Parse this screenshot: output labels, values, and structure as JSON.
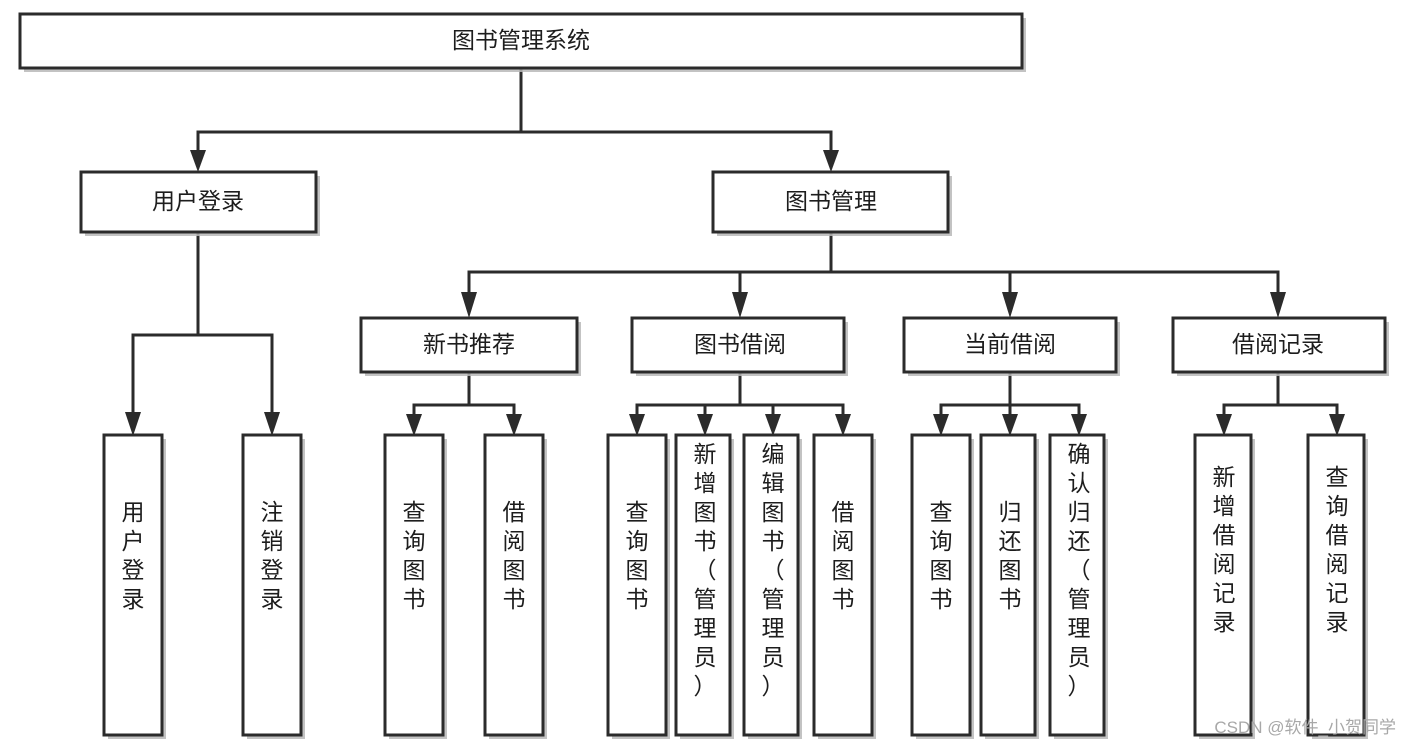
{
  "diagram": {
    "type": "tree-hierarchy",
    "title": "图书管理系统",
    "root": {
      "id": "root",
      "label": "图书管理系统",
      "orientation": "horizontal"
    },
    "level2": [
      {
        "id": "user-login",
        "label": "用户登录",
        "orientation": "horizontal"
      },
      {
        "id": "book-management",
        "label": "图书管理",
        "orientation": "horizontal"
      }
    ],
    "level3": [
      {
        "id": "new-book-recommend",
        "label": "新书推荐",
        "orientation": "horizontal",
        "parent": "book-management"
      },
      {
        "id": "book-borrow",
        "label": "图书借阅",
        "orientation": "horizontal",
        "parent": "book-management"
      },
      {
        "id": "current-borrow",
        "label": "当前借阅",
        "orientation": "horizontal",
        "parent": "book-management"
      },
      {
        "id": "borrow-record",
        "label": "借阅记录",
        "orientation": "horizontal",
        "parent": "book-management"
      }
    ],
    "leaves": [
      {
        "id": "leaf-user-login",
        "label": "用户登录",
        "orientation": "vertical",
        "parent": "user-login"
      },
      {
        "id": "leaf-user-logout",
        "label": "注销登录",
        "orientation": "vertical",
        "parent": "user-login"
      },
      {
        "id": "leaf-query-book-1",
        "label": "查询图书",
        "orientation": "vertical",
        "parent": "new-book-recommend"
      },
      {
        "id": "leaf-borrow-book-1",
        "label": "借阅图书",
        "orientation": "vertical",
        "parent": "new-book-recommend"
      },
      {
        "id": "leaf-query-book-2",
        "label": "查询图书",
        "orientation": "vertical",
        "parent": "book-borrow"
      },
      {
        "id": "leaf-add-book",
        "label": "新增图书（管理员）",
        "orientation": "vertical",
        "parent": "book-borrow"
      },
      {
        "id": "leaf-edit-book",
        "label": "编辑图书（管理员）",
        "orientation": "vertical",
        "parent": "book-borrow"
      },
      {
        "id": "leaf-borrow-book-2",
        "label": "借阅图书",
        "orientation": "vertical",
        "parent": "book-borrow"
      },
      {
        "id": "leaf-query-book-3",
        "label": "查询图书",
        "orientation": "vertical",
        "parent": "current-borrow"
      },
      {
        "id": "leaf-return-book",
        "label": "归还图书",
        "orientation": "vertical",
        "parent": "current-borrow"
      },
      {
        "id": "leaf-confirm-return",
        "label": "确认归还（管理员）",
        "orientation": "vertical",
        "parent": "current-borrow"
      },
      {
        "id": "leaf-add-record",
        "label": "新增借阅记录",
        "orientation": "vertical",
        "parent": "borrow-record"
      },
      {
        "id": "leaf-query-record",
        "label": "查询借阅记录",
        "orientation": "vertical",
        "parent": "borrow-record"
      }
    ],
    "watermark": "CSDN @软件_小贺同学",
    "colors": {
      "background": "#ffffff",
      "box_stroke": "#2b2b2b",
      "box_fill": "#ffffff",
      "connector": "#2b2b2b",
      "text": "#1d1d1d",
      "watermark": "#a8a8a8",
      "shadow": "#b9b9b9"
    }
  }
}
